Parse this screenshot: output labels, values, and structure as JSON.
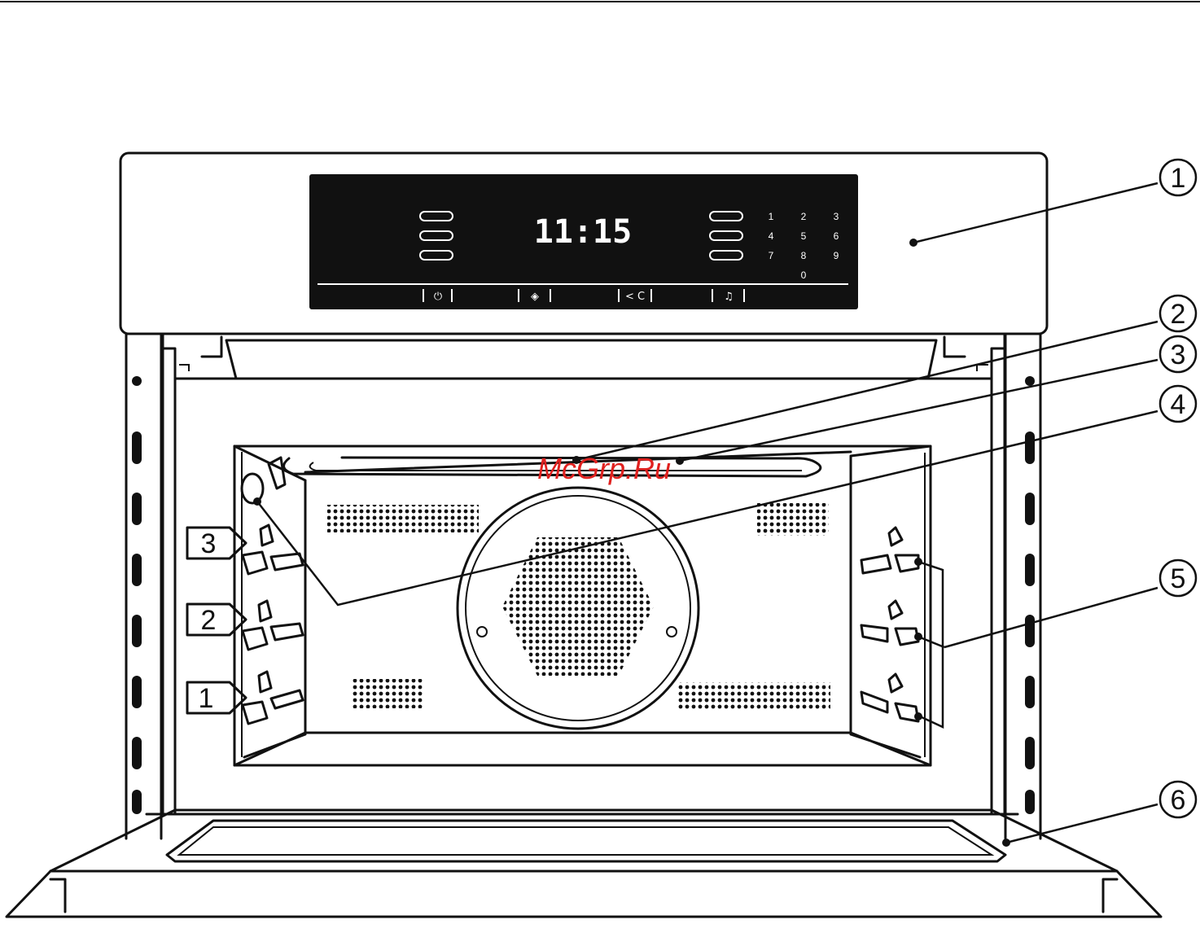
{
  "display": {
    "clock": "11:15",
    "keypad": [
      "1",
      "2",
      "3",
      "4",
      "5",
      "6",
      "7",
      "8",
      "9",
      "0"
    ],
    "buttons": [
      {
        "name": "power-button",
        "icon": "power-icon",
        "symbol": "⏻"
      },
      {
        "name": "sensor-button",
        "icon": "diamond-icon",
        "symbol": "◈"
      },
      {
        "name": "back-clear-button",
        "icon": "back-clear-icon",
        "symbol": "< C"
      },
      {
        "name": "timer-button",
        "icon": "bell-icon",
        "symbol": "♫"
      }
    ]
  },
  "callouts": [
    "1",
    "2",
    "3",
    "4",
    "5",
    "6"
  ],
  "shelf_levels": [
    "3",
    "2",
    "1"
  ],
  "watermark": "McGrp.Ru",
  "colors": {
    "line": "#111111",
    "panel": "#111111",
    "watermark": "#e0211f"
  }
}
